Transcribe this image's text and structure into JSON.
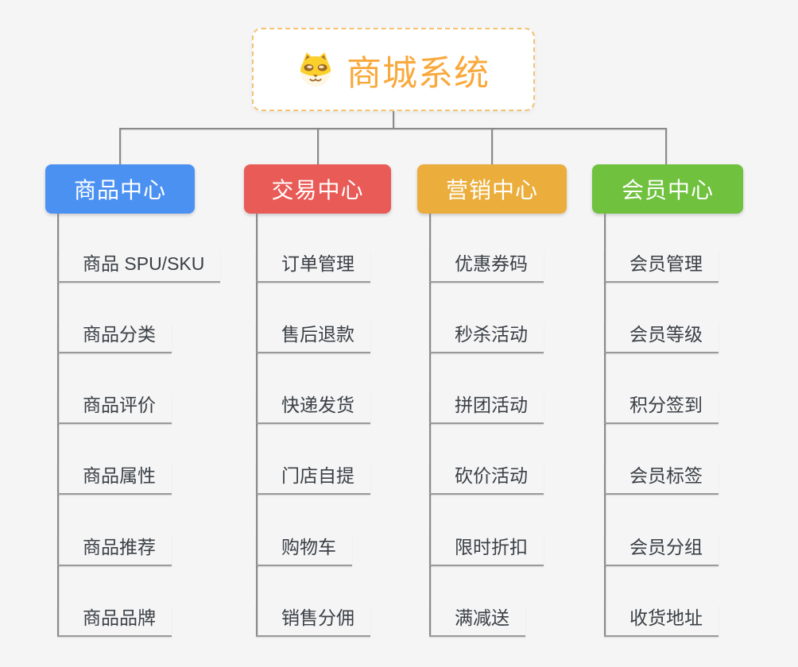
{
  "canvas": {
    "background_color": "#f5f5f5",
    "connector_color": "#8a8a8a",
    "leaf_underline_color": "#9a9a9a",
    "leaf_text_color": "#3a3f45"
  },
  "root": {
    "title": "商城系统",
    "icon": "shiba-dog-icon",
    "text_color": "#f9a93c",
    "border_color": "#f3c173",
    "background_color": "#ffffff"
  },
  "branches": [
    {
      "label": "商品中心",
      "color": "#4b91f2",
      "items": [
        "商品 SPU/SKU",
        "商品分类",
        "商品评价",
        "商品属性",
        "商品推荐",
        "商品品牌"
      ]
    },
    {
      "label": "交易中心",
      "color": "#e95b56",
      "items": [
        "订单管理",
        "售后退款",
        "快递发货",
        "门店自提",
        "购物车",
        "销售分佣"
      ]
    },
    {
      "label": "营销中心",
      "color": "#ebad3b",
      "items": [
        "优惠券码",
        "秒杀活动",
        "拼团活动",
        "砍价活动",
        "限时折扣",
        "满减送"
      ]
    },
    {
      "label": "会员中心",
      "color": "#6fc13e",
      "items": [
        "会员管理",
        "会员等级",
        "积分签到",
        "会员标签",
        "会员分组",
        "收货地址"
      ]
    }
  ]
}
